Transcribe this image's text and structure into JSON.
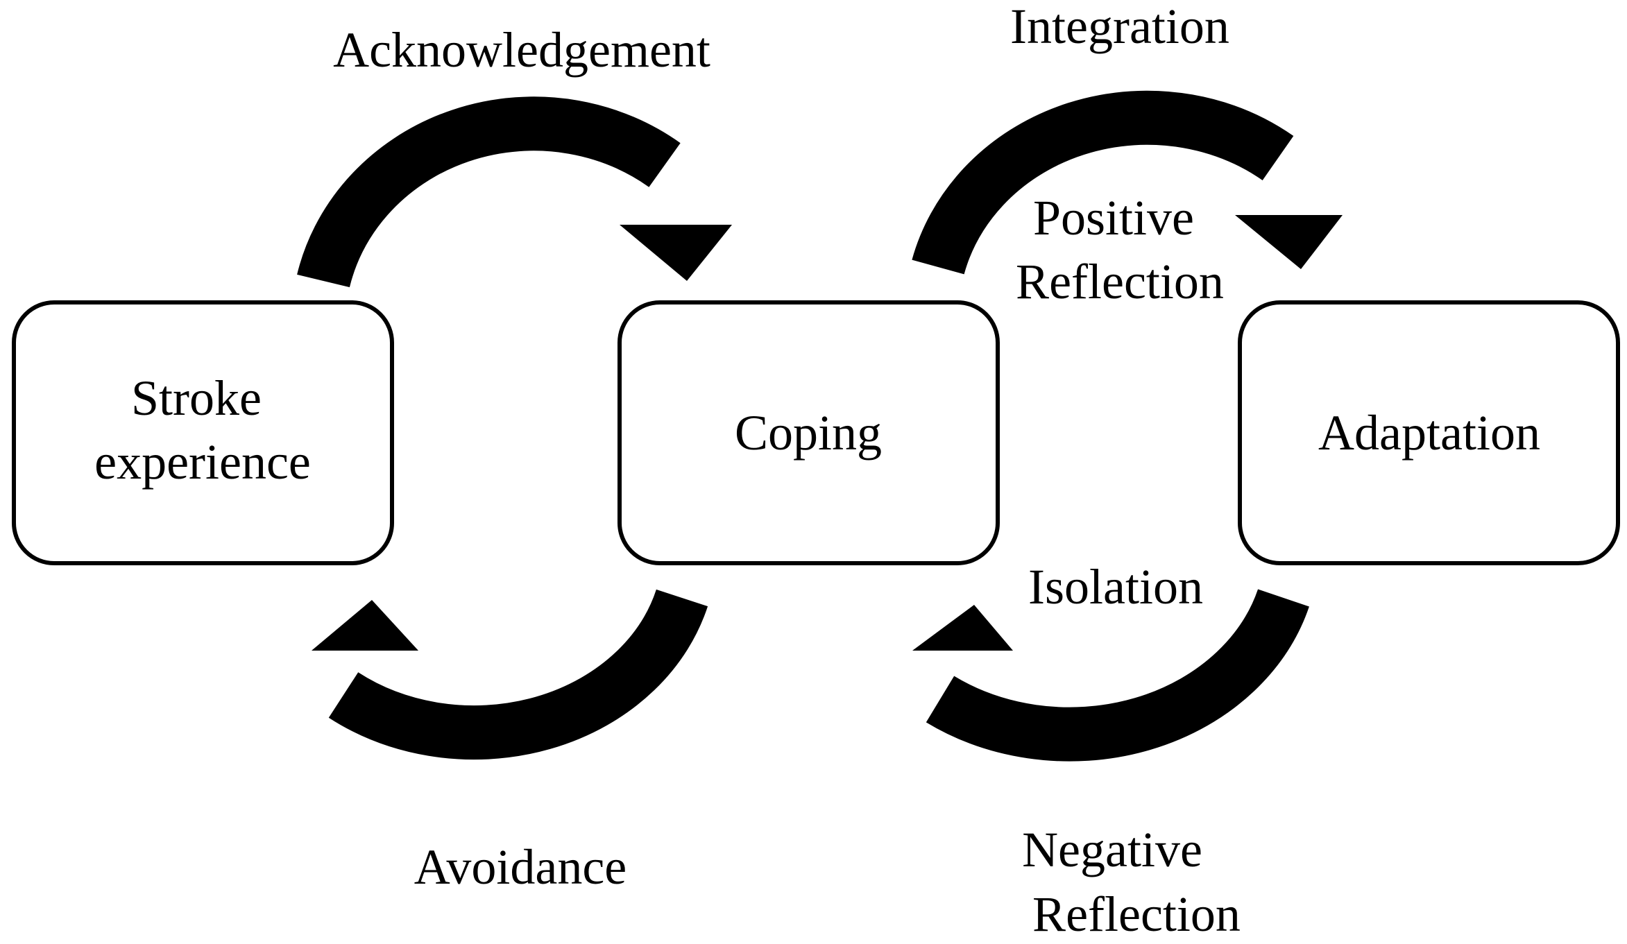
{
  "nodes": {
    "stroke": {
      "lines": [
        "Stroke",
        "experience"
      ]
    },
    "coping": {
      "lines": [
        "Coping"
      ]
    },
    "adaptation": {
      "lines": [
        "Adaptation"
      ]
    }
  },
  "edges": {
    "acknowledgement": {
      "lines": [
        "Acknowledgement"
      ]
    },
    "integration": {
      "lines": [
        "Integration"
      ]
    },
    "positive_reflection": {
      "lines": [
        "Positive",
        "Reflection"
      ]
    },
    "avoidance": {
      "lines": [
        "Avoidance"
      ]
    },
    "isolation": {
      "lines": [
        "Isolation"
      ]
    },
    "negative_reflection": {
      "lines": [
        "Negative",
        "Reflection"
      ]
    }
  },
  "colors": {
    "stroke": "#000000",
    "background": "#ffffff"
  }
}
